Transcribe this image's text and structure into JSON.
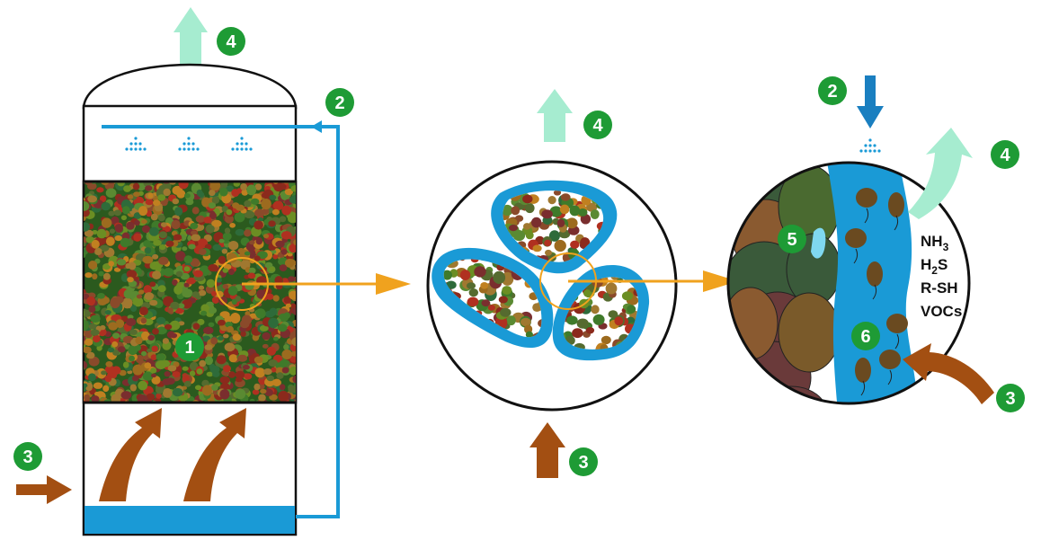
{
  "colors": {
    "water": "#1a9ad6",
    "water_dark": "#1a7fc0",
    "exhaust": "#a6ecd0",
    "inlet_gas": "#a34f12",
    "transfer_arrow": "#f0a21e",
    "badge": "#1e9b35",
    "outline": "#111111",
    "media_palette": [
      "#8b2a1c",
      "#9c6b1f",
      "#3f7a2a",
      "#6b8e23",
      "#b03020",
      "#556b2f",
      "#8a4a2a",
      "#c08020",
      "#2e6b3a",
      "#7a2e2e",
      "#a07830",
      "#5a8a32"
    ],
    "granule_palette": [
      "#5a3a2a",
      "#3f2c26",
      "#7a5a2a",
      "#3a5a3a",
      "#6a3a3a",
      "#2e4a2e",
      "#8a5a30",
      "#4a6a30"
    ],
    "microbe": "#6a4a20"
  },
  "icons": {
    "up-arrow": "block-arrow-up",
    "down-arrow": "block-arrow-down",
    "right-arrow": "block-arrow-right",
    "curved-arrow": "curved-block-arrow",
    "spray": "spray-nozzle-dots",
    "microbe": "microbe-bacterium"
  },
  "badges": {
    "b1": "1",
    "b2": "2",
    "b3": "3",
    "b4": "4",
    "b5": "5",
    "b6": "6"
  },
  "gas_list": {
    "nh3_base": "NH",
    "nh3_sub": "3",
    "h2s_base": "H",
    "h2s_sub": "2",
    "h2s_tail": "S",
    "rsh": "R-SH",
    "vocs": "VOCs"
  }
}
